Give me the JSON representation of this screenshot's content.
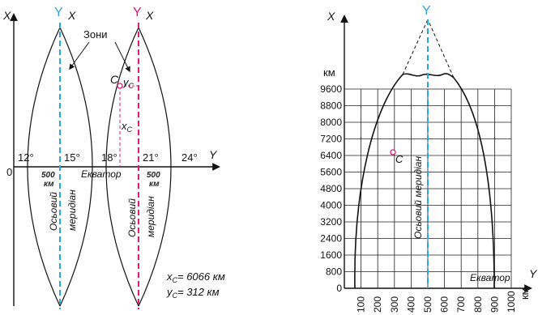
{
  "left": {
    "x_axis_label": "X",
    "y_axis_label": "Y",
    "origin_label": "0",
    "meridian_top_labels": [
      {
        "y": "Y",
        "x": "X"
      },
      {
        "y": "Y",
        "x": "X"
      }
    ],
    "zones_label": "Зони",
    "degree_labels": [
      "12°",
      "15°",
      "18°",
      "21°",
      "24°"
    ],
    "km500_labels": [
      {
        "value": "500",
        "unit": "км"
      },
      {
        "value": "500",
        "unit": "км"
      }
    ],
    "equator_label": "Екватор",
    "meridian_label_line1": "Осьовий",
    "meridian_label_line2": "меридіан",
    "point_c": {
      "name": "C",
      "y_label": "y",
      "y_sub": "C",
      "x_label": "x",
      "x_sub": "C"
    },
    "formula_x": {
      "var": "x",
      "sub": "C",
      "rest": "= 6066 км"
    },
    "formula_y": {
      "var": "y",
      "sub": "C",
      "rest": "= 312 км"
    },
    "colors": {
      "meridian_1": "#29a8e0",
      "meridian_2": "#e6197a",
      "point": "#e6197a",
      "curves": "#111111"
    }
  },
  "right": {
    "x_axis_label": "X",
    "y_top_label": "Y",
    "y_axis_label": "Y",
    "km_label_left": "км",
    "km_label_bottom": "км",
    "y_ticks": [
      "9600",
      "8800",
      "8000",
      "7200",
      "6400",
      "5600",
      "4800",
      "4000",
      "3200",
      "2400",
      "1600",
      "800",
      "0"
    ],
    "x_ticks": [
      "100",
      "200",
      "300",
      "400",
      "500",
      "600",
      "700",
      "800",
      "900",
      "1000"
    ],
    "highlight": {
      "y_tick": "6400",
      "x_tick_pink": "300",
      "x_tick_blue": "500"
    },
    "point_c": {
      "name": "C"
    },
    "axial_meridian_label": "Осьовий меридіан",
    "equator_label": "Екватор",
    "colors": {
      "meridian": "#29a8e0",
      "highlight": "#e6197a",
      "grid": "#222222"
    }
  }
}
